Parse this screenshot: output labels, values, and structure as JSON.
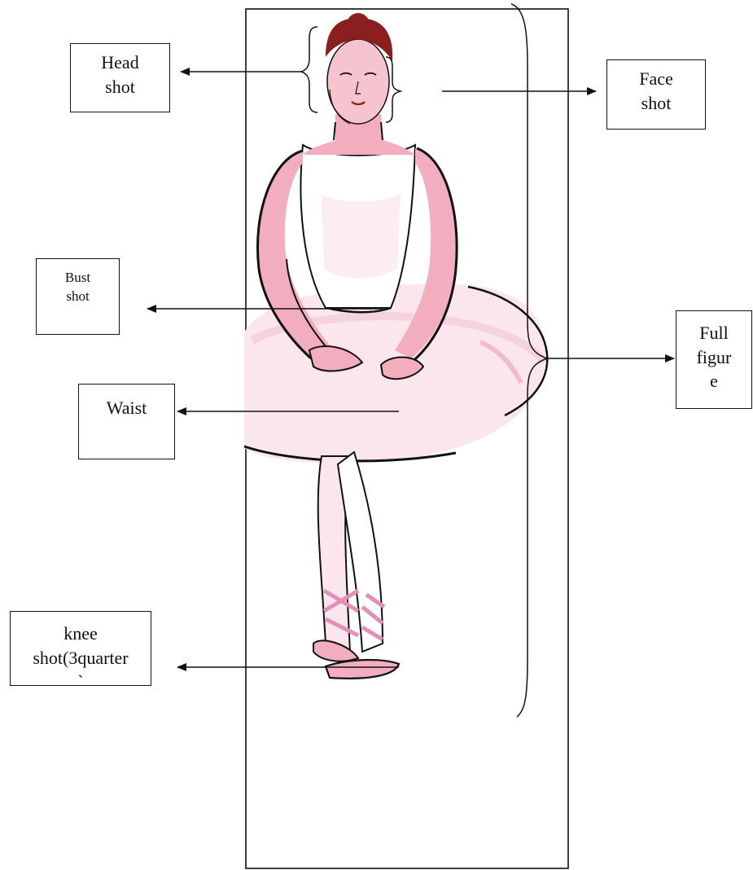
{
  "labels": {
    "head_shot": "Head\nshot",
    "face_shot": "Face\nshot",
    "bust_shot": "Bust\nshot",
    "waist": "Waist",
    "full_figure": "Full\nfigur\ne",
    "knee_shot": "knee\nshot(3quarter\n`"
  },
  "colors": {
    "line": "#111111",
    "hair": "#8b1e1e",
    "skin": "#f2aebe",
    "tutu": "#fbe6ee",
    "tutu_shade": "#f1c5d7",
    "ribbon": "#e58fb6"
  }
}
